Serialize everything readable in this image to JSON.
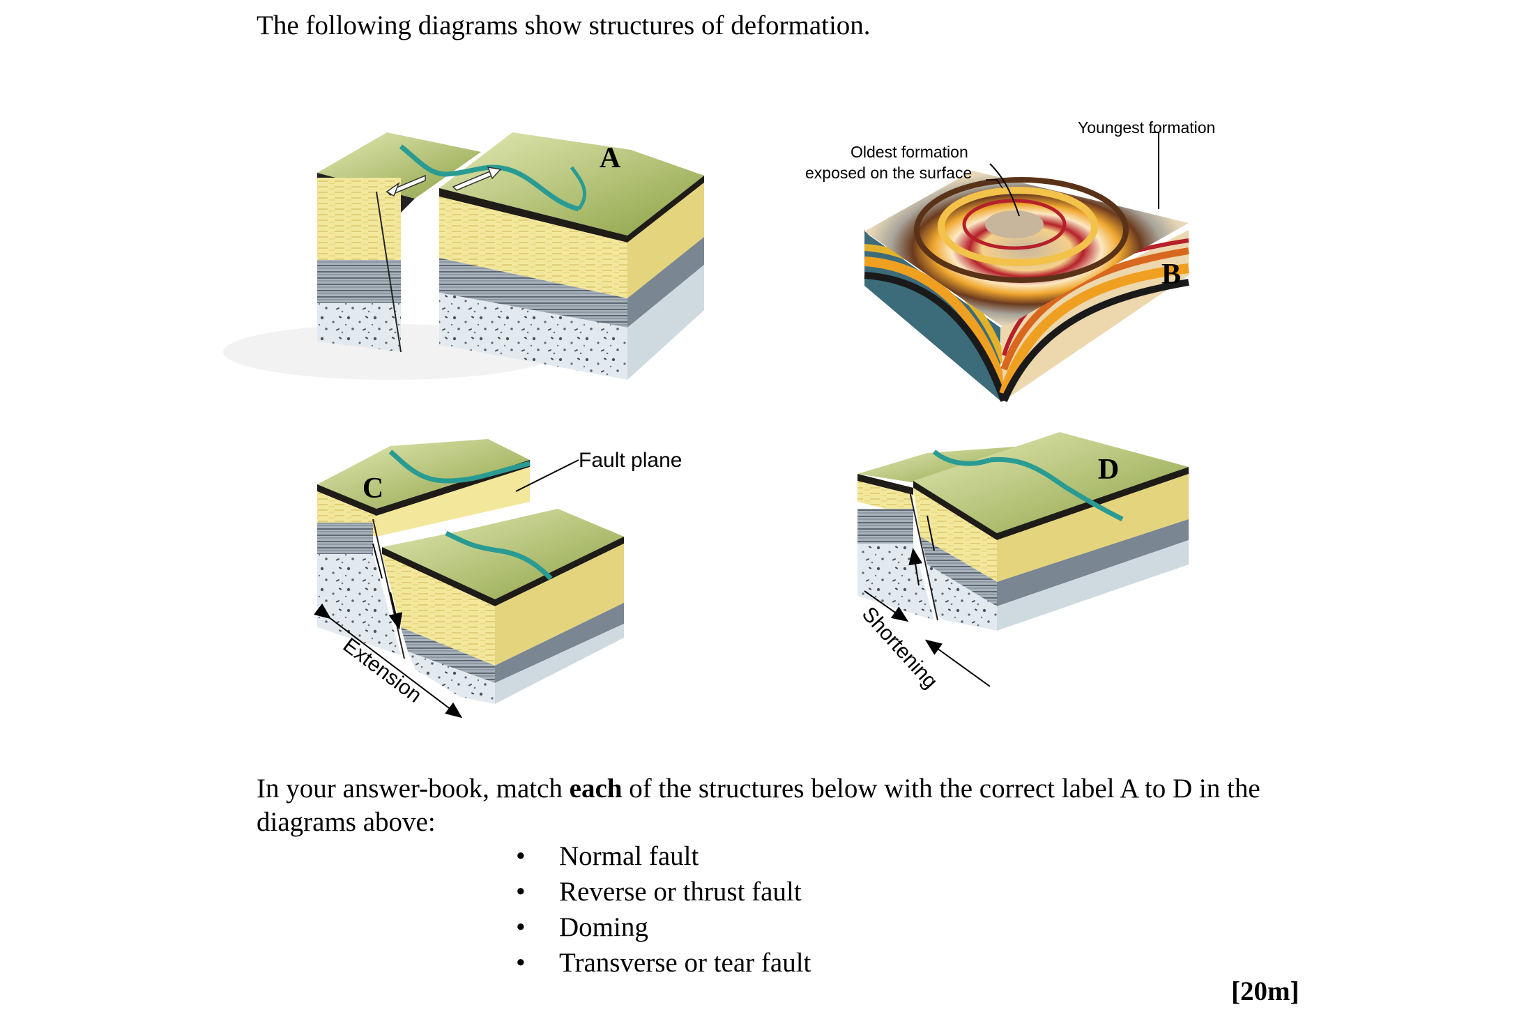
{
  "intro": "The following diagrams show structures of deformation.",
  "diagrams": {
    "A": {
      "label": "A"
    },
    "B": {
      "label": "B",
      "youngest": "Youngest formation",
      "oldest_line1": "Oldest formation",
      "oldest_line2": "exposed on the surface"
    },
    "C": {
      "label": "C",
      "fault_plane": "Fault plane",
      "motion": "Extension"
    },
    "D": {
      "label": "D",
      "motion": "Shortening"
    }
  },
  "question": {
    "prefix": "In your answer-book, match ",
    "emphasis": "each",
    "suffix": " of the structures below with the correct label A to D in the diagrams above:"
  },
  "structures": [
    "Normal fault",
    "Reverse or thrust fault",
    "Doming",
    "Transverse or tear fault"
  ],
  "marks": "[20m]",
  "colors": {
    "grass_light": "#d6dfa0",
    "grass_dark": "#8da246",
    "sandstone": "#f1e69a",
    "shale": "#8e9aa6",
    "basement": "#dde6ec",
    "river": "#3fb0a8"
  }
}
